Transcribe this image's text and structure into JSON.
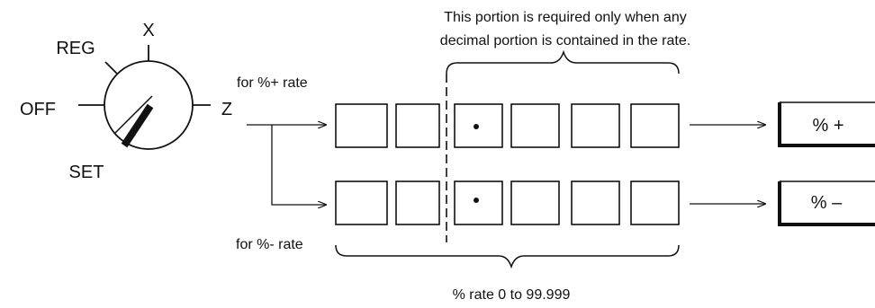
{
  "note": {
    "line1": "This portion is required only when any",
    "line2": "decimal portion is contained in the rate."
  },
  "mode_switch": {
    "positions": {
      "reg": "REG",
      "x": "X",
      "off": "OFF",
      "z": "Z",
      "set": "SET"
    },
    "selected": "SET"
  },
  "rows": {
    "plus": {
      "label": "for %+ rate",
      "key": "% +"
    },
    "minus": {
      "label": "for %- rate",
      "key": "% –"
    }
  },
  "range_label": "% rate 0 to 99.999"
}
